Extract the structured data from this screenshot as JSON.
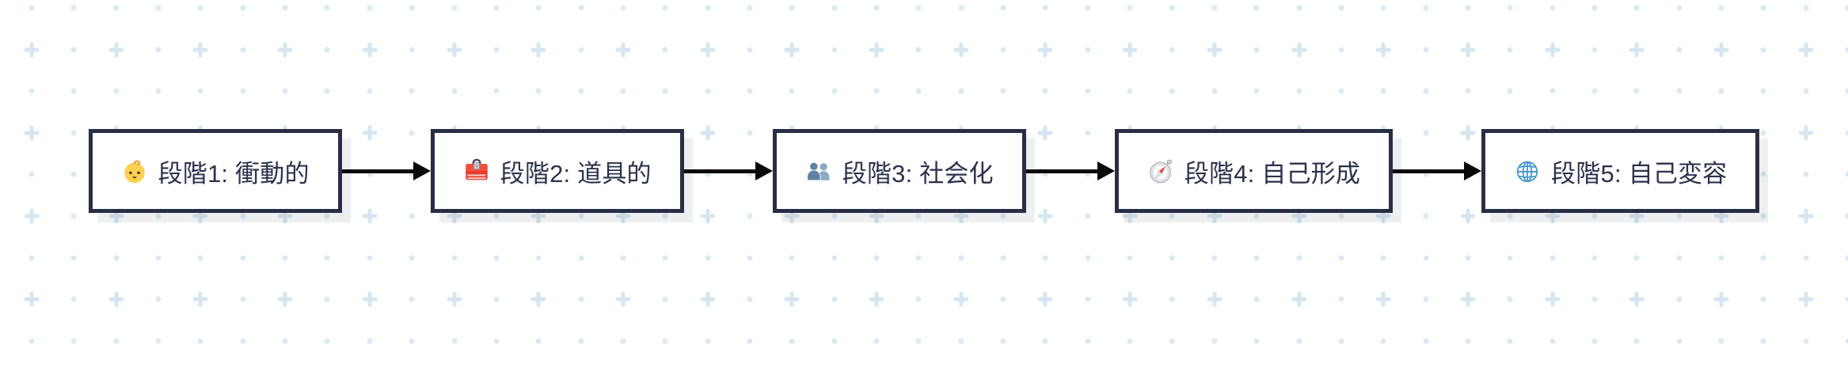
{
  "canvas": {
    "background_color": "#ffffff",
    "dot_color": "#dbe9f3",
    "plus_color": "#d5e6f0",
    "pattern": "alternating dot and plus grid"
  },
  "diagram": {
    "type": "flowchart",
    "direction": "left-to-right",
    "node_style": {
      "border_color": "#272e45",
      "fill_color": "#ffffff",
      "text_color": "#2b314d",
      "shadow_color": "rgba(16,24,40,0.07)"
    },
    "arrow_color": "#0a0a0a",
    "nodes": [
      {
        "id": "stage1",
        "icon": "baby-icon",
        "label": "段階1: 衝動的"
      },
      {
        "id": "stage2",
        "icon": "toolbox-icon",
        "label": "段階2: 道具的"
      },
      {
        "id": "stage3",
        "icon": "busts-icon",
        "label": "段階3: 社会化"
      },
      {
        "id": "stage4",
        "icon": "compass-icon",
        "label": "段階4: 自己形成"
      },
      {
        "id": "stage5",
        "icon": "globe-icon",
        "label": "段階5: 自己変容"
      }
    ],
    "edges": [
      {
        "from": "stage1",
        "to": "stage2"
      },
      {
        "from": "stage2",
        "to": "stage3"
      },
      {
        "from": "stage3",
        "to": "stage4"
      },
      {
        "from": "stage4",
        "to": "stage5"
      }
    ]
  }
}
